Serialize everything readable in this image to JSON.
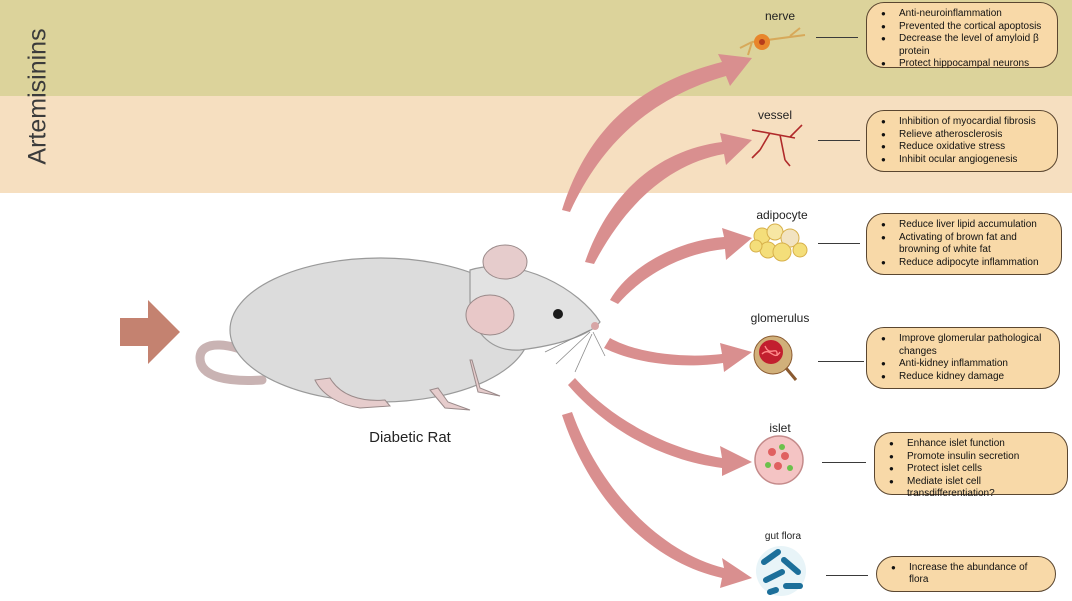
{
  "capsule": {
    "label": "Artemisinins"
  },
  "rat": {
    "label": "Diabetic Rat"
  },
  "targets": [
    {
      "organ": "nerve",
      "effects": [
        "Anti-neuroinflammation",
        "Prevented the cortical apoptosis",
        "Decrease the level of amyloid β protein",
        "Protect hippocampal neurons"
      ]
    },
    {
      "organ": "vessel",
      "effects": [
        "Inhibition of myocardial fibrosis",
        "Relieve atherosclerosis",
        "Reduce oxidative stress",
        "Inhibit ocular angiogenesis"
      ]
    },
    {
      "organ": "adipocyte",
      "effects": [
        "Reduce liver lipid accumulation",
        "Activating of brown fat and browning of white fat",
        "Reduce adipocyte inflammation"
      ]
    },
    {
      "organ": "glomerulus",
      "effects": [
        "Improve glomerular pathological changes",
        "Anti-kidney inflammation",
        "Reduce kidney damage"
      ]
    },
    {
      "organ": "islet",
      "effects": [
        "Enhance islet function",
        "Promote insulin secretion",
        "Protect islet cells",
        "Mediate islet cell transdifferentiation?"
      ]
    },
    {
      "organ": "gut flora",
      "effects": [
        "Increase the abundance of flora"
      ]
    }
  ],
  "colors": {
    "capsule_top": "#dcd39b",
    "capsule_bottom": "#f6dfc0",
    "main_arrow": "#c48270",
    "organ_arrows": "#d98f8f",
    "effect_box": "#f8d9a8",
    "rat_body": "#dcdcdc"
  },
  "icons": {
    "nerve": "neuron-icon",
    "vessel": "blood-vessel-icon",
    "adipocyte": "fat-cells-icon",
    "glomerulus": "kidney-glomerulus-icon",
    "islet": "pancreatic-islet-icon",
    "gut flora": "bacteria-icon"
  }
}
